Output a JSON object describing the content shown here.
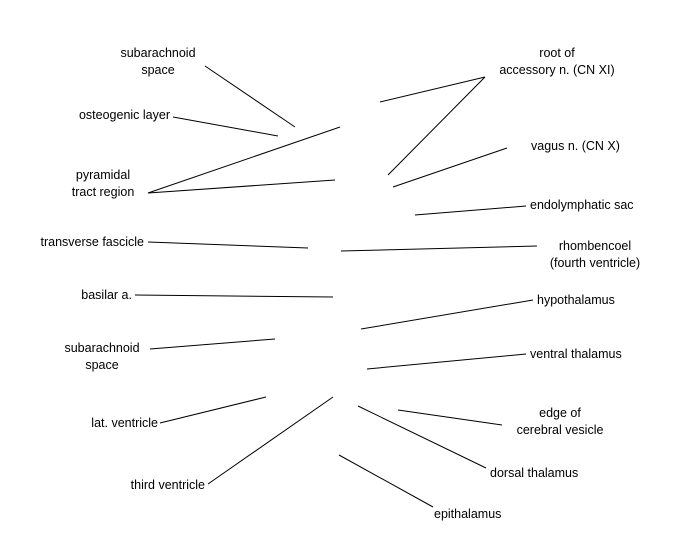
{
  "diagram": {
    "labels": {
      "subarachnoid_space_top": "subarachnoid\nspace",
      "osteogenic_layer": "osteogenic layer",
      "pyramidal_tract_region": "pyramidal\ntract region",
      "transverse_fascicle": "transverse fascicle",
      "basilar_a": "basilar a.",
      "subarachnoid_space_bottom": "subarachnoid\nspace",
      "lat_ventricle": "lat. ventricle",
      "third_ventricle": "third ventricle",
      "root_accessory_n": "root of\naccessory n. (CN XI)",
      "vagus_n": "vagus n. (CN X)",
      "endolymphatic_sac": "endolymphatic sac",
      "rhombencoel": "rhombencoel\n(fourth ventricle)",
      "hypothalamus": "hypothalamus",
      "ventral_thalamus": "ventral thalamus",
      "edge_cerebral_vesicle": "edge of\ncerebral vesicle",
      "dorsal_thalamus": "dorsal thalamus",
      "epithalamus": "epithalamus"
    }
  }
}
